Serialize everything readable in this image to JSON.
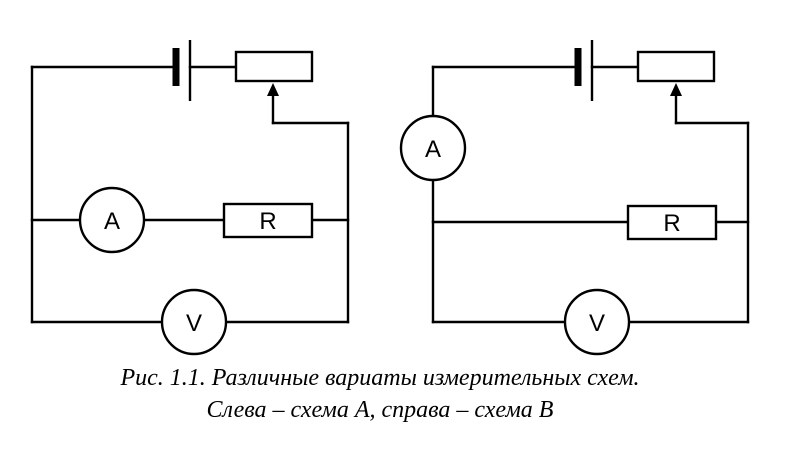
{
  "schemes": [
    {
      "ammeter_label": "A",
      "voltmeter_label": "V",
      "resistor_label": "R"
    },
    {
      "ammeter_label": "A",
      "voltmeter_label": "V",
      "resistor_label": "R"
    }
  ],
  "caption": {
    "line1": "Рис. 1.1. Различные вариаты измерительных схем.",
    "line2": "Слева – схема А, справа – схема В"
  }
}
